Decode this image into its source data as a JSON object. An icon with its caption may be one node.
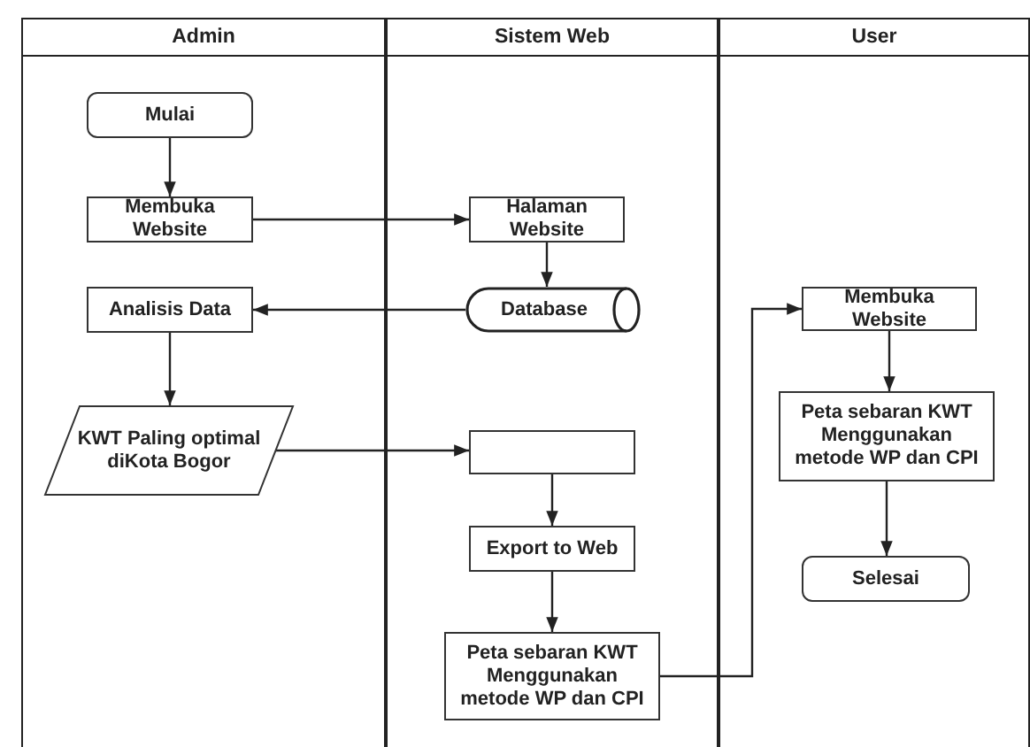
{
  "diagram": {
    "nodes": [
      {
        "text": [
          "Admin"
        ]
      },
      {
        "text": [
          "Sistem Web"
        ]
      },
      {
        "text": [
          "User"
        ]
      },
      {
        "text": [
          "Mulai"
        ],
        "in": 0
      },
      {
        "text": [
          "Membuka Website"
        ],
        "in": 0
      },
      {
        "text": [
          "Analisis Data"
        ],
        "in": 0
      },
      {
        "text": [
          "KWT Paling optimal diKota Bogor"
        ],
        "in": 0
      },
      {
        "text": [
          "Halaman Website"
        ],
        "in": 1
      },
      {
        "text": [
          "Database"
        ],
        "in": 1
      },
      {
        "text": [],
        "shape": "box",
        "in": 1
      },
      {
        "text": [
          "Export to Web"
        ],
        "in": 1
      },
      {
        "text": [
          "Peta sebaran KWT Menggunakan metode WP dan CPI"
        ],
        "in": 1
      },
      {
        "text": [
          "Membuka Website"
        ],
        "in": 2
      },
      {
        "text": [
          "Peta sebaran KWT Menggunakan metode WP dan CPI"
        ],
        "in": 2
      },
      {
        "text": [
          "Selesai"
        ],
        "in": 2
      }
    ],
    "edges": [
      {
        "from": 3,
        "to": 4,
        "arrow": "to"
      },
      {
        "from": 4,
        "to": 7,
        "arrow": "to"
      },
      {
        "from": 7,
        "to": 8,
        "arrow": "to"
      },
      {
        "from": 8,
        "to": 5,
        "arrow": "to"
      },
      {
        "from": 5,
        "to": 6,
        "arrow": "to"
      },
      {
        "from": 6,
        "to": 9,
        "arrow": "to"
      },
      {
        "from": 9,
        "to": 10,
        "arrow": "to"
      },
      {
        "from": 10,
        "to": 11,
        "arrow": "to"
      },
      {
        "from": 11,
        "to": 12,
        "arrow": "to"
      },
      {
        "from": 12,
        "to": 13,
        "arrow": "to"
      },
      {
        "from": 13,
        "to": 14,
        "arrow": "to"
      }
    ]
  }
}
